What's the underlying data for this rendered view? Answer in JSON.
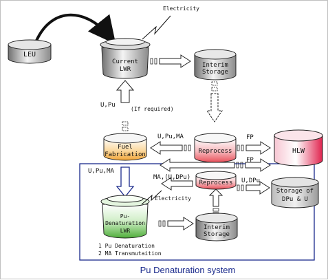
{
  "diagram": {
    "nodes": {
      "leu": "LEU",
      "current_lwr_line1": "Current",
      "current_lwr_line2": "LWR",
      "interim_storage_top_line1": "Interim",
      "interim_storage_top_line2": "Storage",
      "fuel_fabrication_line1": "Fuel",
      "fuel_fabrication_line2": "Fabrication",
      "reprocess_upper": "Reprocess",
      "hlw": "HLW",
      "reprocess_lower": "Reprocess",
      "storage_dpu_line1": "Storage of",
      "storage_dpu_line2": "DPu & U",
      "pu_lwr_line1": "Pu-",
      "pu_lwr_line2": "Denaturation",
      "pu_lwr_line3": "LWR",
      "interim_storage_bottom_line1": "Interim",
      "interim_storage_bottom_line2": "Storage"
    },
    "labels": {
      "electricity_top": "Electricity",
      "u_pu_left": "U,Pu",
      "if_required": "(If required)",
      "u_pu_ma_upper": "U,Pu,MA",
      "fp_upper": "FP",
      "fp_lower": "FP",
      "u_pu_ma_lower": "U,Pu,MA",
      "ma_u_dpu": "MA,(U,DPu)",
      "u_dpu": "U,DPu",
      "electricity_bottom": "Electricity",
      "note_1": "1 Pu Denaturation",
      "note_2": "2 MA Transmutaition"
    },
    "caption": "Pu Denaturation system",
    "colors": {
      "system_box": "#1a2a8c",
      "fuel_fabrication": "#f3a73a",
      "reprocess": "#e8505a",
      "hlw": "#e0234e",
      "pu_lwr": "#4fae3a",
      "storage_dpu": "#9a9a9a",
      "grey_vessel": "#8a8a8a"
    }
  }
}
